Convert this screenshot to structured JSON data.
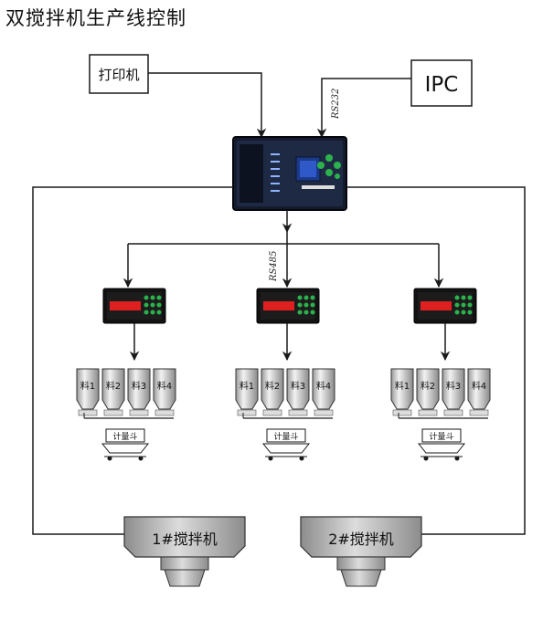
{
  "title": "双搅拌机生产线控制",
  "printer": {
    "label": "打印机"
  },
  "ipc": {
    "label": "IPC"
  },
  "links": {
    "upper": "RS232",
    "lower": "RS485"
  },
  "stations": [
    {
      "silos": [
        "料1",
        "料2",
        "料3",
        "料4"
      ],
      "weigh_hopper": "计量斗"
    },
    {
      "silos": [
        "料1",
        "料2",
        "料3",
        "料4"
      ],
      "weigh_hopper": "计量斗"
    },
    {
      "silos": [
        "料1",
        "料2",
        "料3",
        "料4"
      ],
      "weigh_hopper": "计量斗"
    }
  ],
  "mixers": [
    {
      "label": "1#搅拌机"
    },
    {
      "label": "2#搅拌机"
    }
  ],
  "colors": {
    "line": "#1a1a1a",
    "panel": "#141b2c",
    "display_red": "#e02020",
    "key_green": "#2bb24c"
  }
}
